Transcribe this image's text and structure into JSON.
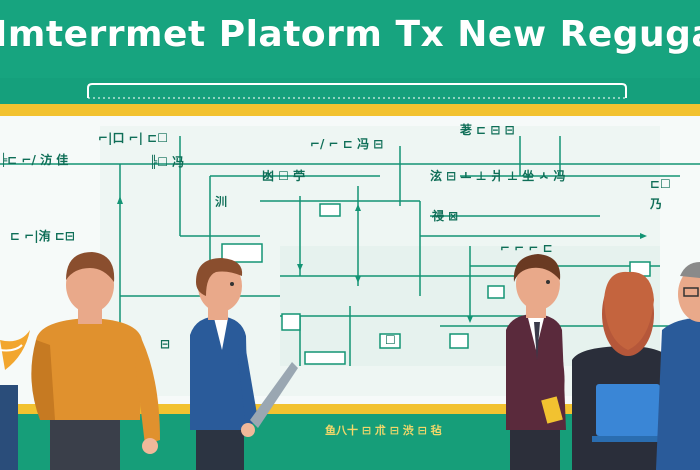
{
  "banner": {
    "title": "Imterrmet Platorm Tx New Regugations"
  },
  "colors": {
    "banner_bg": "#17a47f",
    "accent_yellow": "#f2c230",
    "board_bg": "#f6faf9",
    "line_green": "#139474",
    "text_white": "#ffffff"
  },
  "illustration": {
    "people": [
      {
        "name": "man-orange-shirt",
        "icon": "person-back-view"
      },
      {
        "name": "man-blue-suit-pointing",
        "icon": "person-side-view"
      },
      {
        "name": "man-dark-suit",
        "icon": "person-standing"
      },
      {
        "name": "woman-with-laptop",
        "icon": "person-back-view"
      },
      {
        "name": "man-glasses-edge",
        "icon": "person-partial"
      }
    ]
  }
}
